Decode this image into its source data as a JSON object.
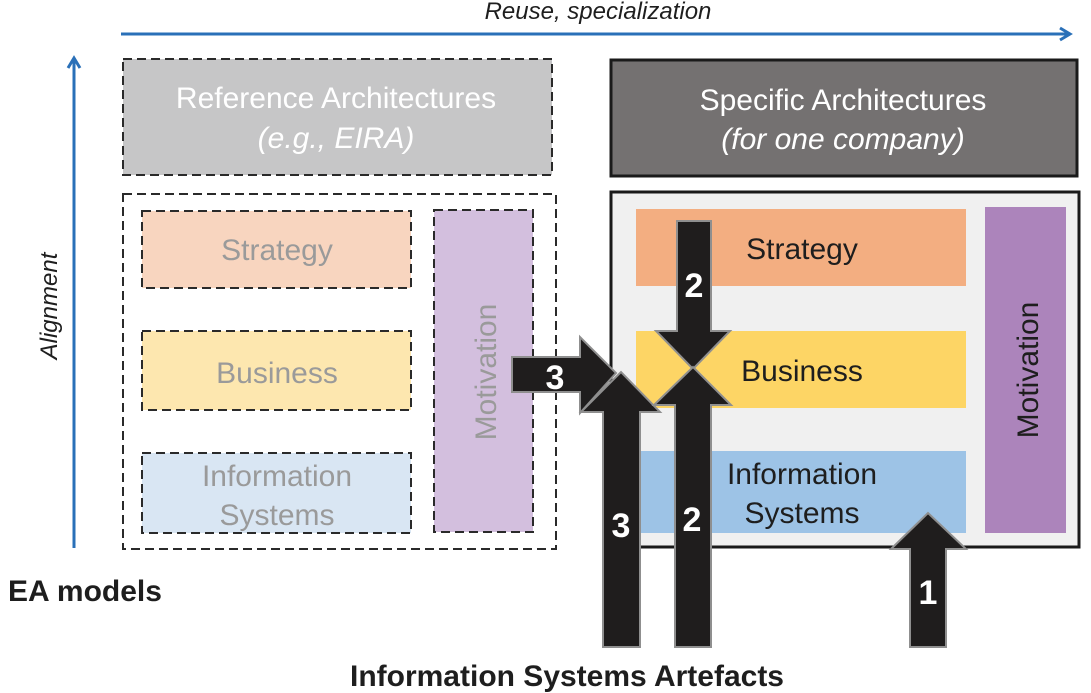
{
  "axes": {
    "horizontal_label": "Reuse, specialization",
    "vertical_label": "Alignment",
    "axis_color": "#2a70b8"
  },
  "left_label": "EA models",
  "bottom_label": "Information Systems Artefacts",
  "reference": {
    "title": "Reference Architectures",
    "subtitle": "(e.g., EIRA)",
    "header_color": "#c6c6c7",
    "layers": {
      "strategy": "Strategy",
      "business": "Business",
      "information_systems_line1": "Information",
      "information_systems_line2": "Systems",
      "motivation": "Motivation"
    },
    "colors": {
      "strategy": "#f8d5bf",
      "business": "#fde7af",
      "information_systems": "#d9e6f3",
      "motivation": "#d3bfde",
      "text": "#9a9a9a"
    }
  },
  "specific": {
    "title": "Specific Architectures",
    "subtitle": "(for one company)",
    "header_color": "#747171",
    "layers": {
      "strategy": "Strategy",
      "business": "Business",
      "information_systems_line1": "Information",
      "information_systems_line2": "Systems",
      "motivation": "Motivation"
    },
    "colors": {
      "panel": "#f0f0f0",
      "strategy": "#f3ae81",
      "business": "#fdd565",
      "information_systems": "#9dc3e6",
      "motivation": "#ac84bb",
      "text": "#1e1e1e"
    }
  },
  "arrows": {
    "arrow_1": "1",
    "arrow_2_top": "2",
    "arrow_2_bottom": "2",
    "arrow_3_horizontal": "3",
    "arrow_3_vertical": "3",
    "fill": "#1f1d1d",
    "outline": "#8f8f8f"
  }
}
